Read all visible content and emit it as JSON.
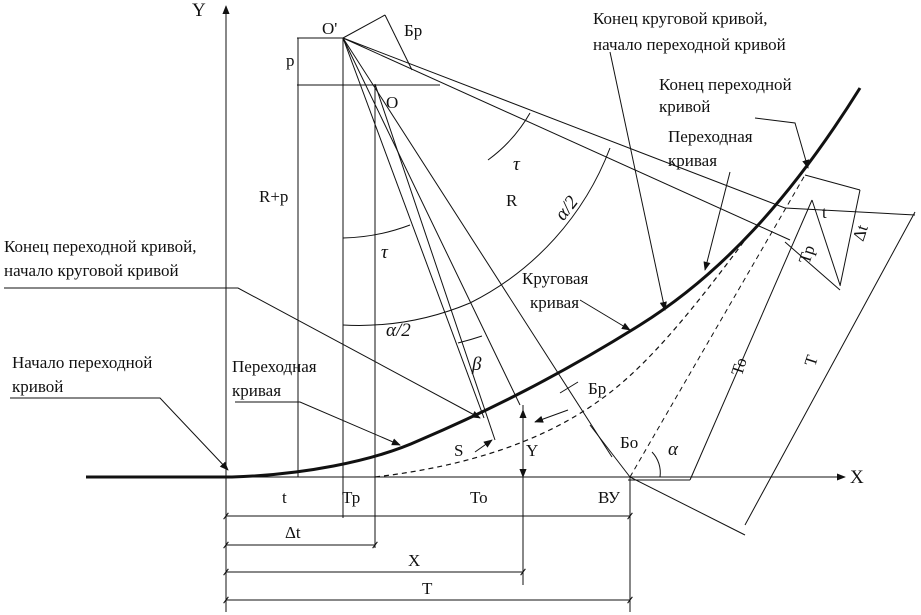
{
  "axes": {
    "y": "Y",
    "x": "X"
  },
  "points": {
    "center_shifted": "O'",
    "center": "O",
    "vertex": "ВУ"
  },
  "symbols": {
    "br_top": "Бр",
    "p": "p",
    "r_plus_p": "R+p",
    "r": "R",
    "tau_left": "τ",
    "tau_right": "τ",
    "alpha_half_left": "α/2",
    "alpha_half_right": "α/2",
    "beta": "β",
    "s": "S",
    "y_small": "Y",
    "br_mid": "Бр",
    "bo": "Бо",
    "alpha": "α",
    "t_right": "t",
    "dt_right": "Δt",
    "tp_right": "Тр",
    "to_right": "То",
    "T_right": "T"
  },
  "bottom_dims": {
    "t": "t",
    "tp": "Тр",
    "to": "То",
    "dt": "Δt",
    "x": "X",
    "T": "T"
  },
  "annotations": {
    "end_circ_line1": "Конец круговой кривой,",
    "end_circ_line2": "начало переходной кривой",
    "end_trans_line1": "Конец переходной",
    "end_trans_line2": "кривой",
    "trans_right_line1": "Переходная",
    "trans_right_line2": "кривая",
    "end_trans_start_circ_line1": "Конец переходной кривой,",
    "end_trans_start_circ_line2": "начало круговой кривой",
    "circular_line1": "Круговая",
    "circular_line2": "кривая",
    "start_trans_line1": "Начало переходной",
    "start_trans_line2": "кривой",
    "trans_left_line1": "Переходная",
    "trans_left_line2": "кривая"
  }
}
